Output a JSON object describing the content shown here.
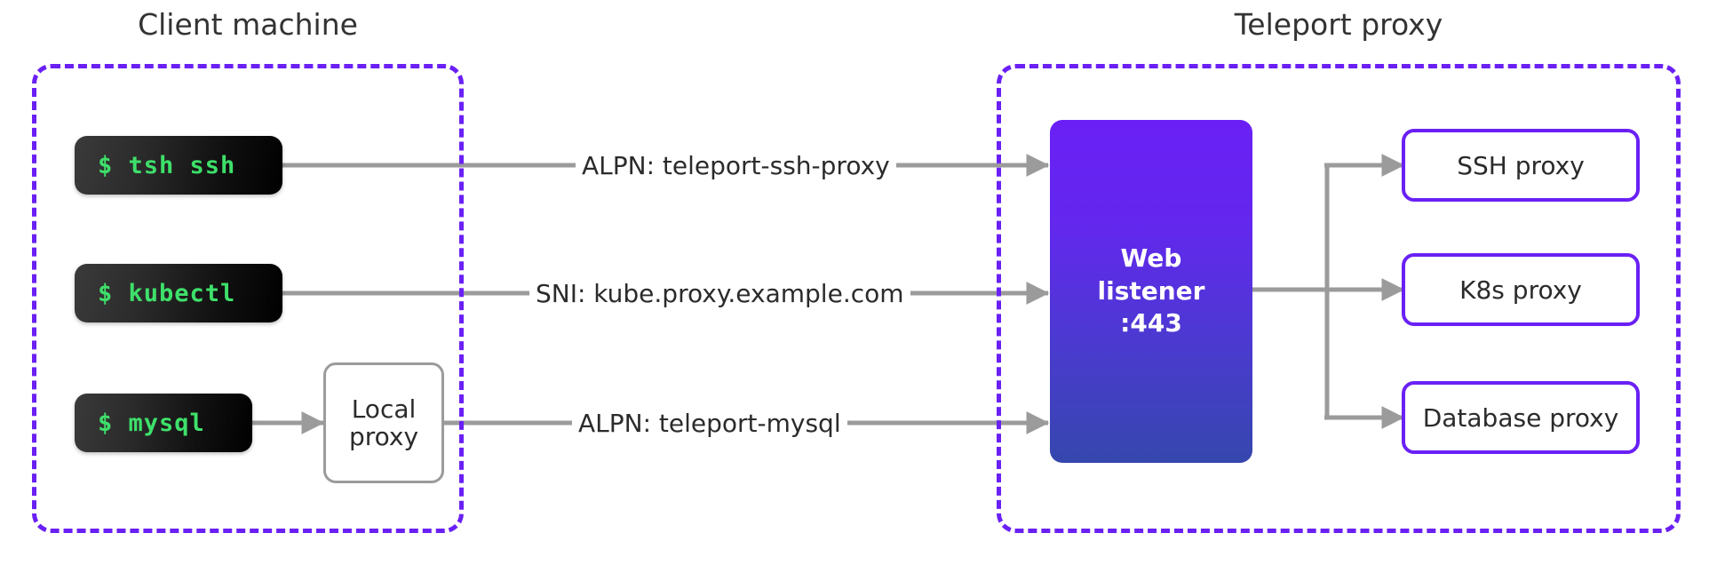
{
  "diagram": {
    "title_left": "Client machine",
    "title_right": "Teleport proxy",
    "accent_purple": "#6a20f5",
    "wire_gray": "#9b9b9b",
    "terminal_green": "#3ee06a",
    "listener_gradient_top": "#6a20f5",
    "listener_gradient_bottom": "#3547ad"
  },
  "client": {
    "commands": [
      {
        "label": "$ tsh ssh"
      },
      {
        "label": "$ kubectl"
      },
      {
        "label": "$ mysql"
      }
    ],
    "local_proxy": {
      "line1": "Local",
      "line2": "proxy"
    }
  },
  "edges": [
    {
      "label": "ALPN: teleport-ssh-proxy"
    },
    {
      "label": "SNI: kube.proxy.example.com"
    },
    {
      "label": "ALPN: teleport-mysql"
    }
  ],
  "listener": {
    "line1": "Web",
    "line2": "listener",
    "line3": ":443"
  },
  "proxies": [
    {
      "label": "SSH proxy"
    },
    {
      "label": "K8s proxy"
    },
    {
      "label": "Database proxy"
    }
  ]
}
